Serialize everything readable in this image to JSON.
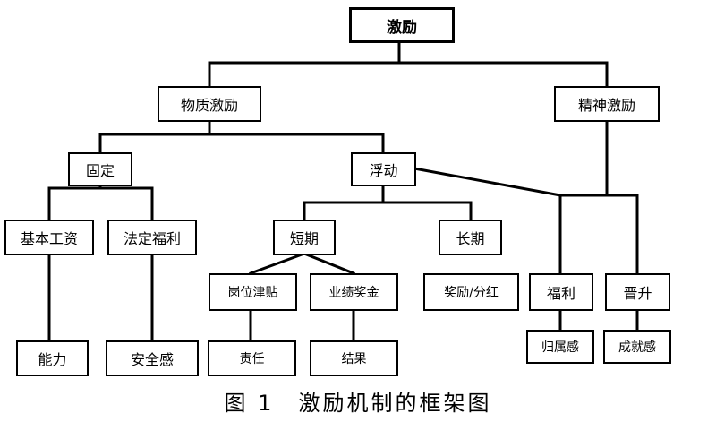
{
  "diagram": {
    "root": "激励",
    "material": "物质激励",
    "spiritual": "精神激励",
    "fixed": "固定",
    "floating": "浮动",
    "base_salary": "基本工资",
    "statutory_welfare": "法定福利",
    "short_term": "短期",
    "long_term": "长期",
    "post_allowance": "岗位津贴",
    "performance_bonus": "业绩奖金",
    "reward_dividend": "奖励/分红",
    "welfare": "福利",
    "promotion": "晋升",
    "ability": "能力",
    "security": "安全感",
    "responsibility": "责任",
    "result": "结果",
    "belonging": "归属感",
    "achievement": "成就感"
  },
  "caption": "图 1　激励机制的框架图"
}
